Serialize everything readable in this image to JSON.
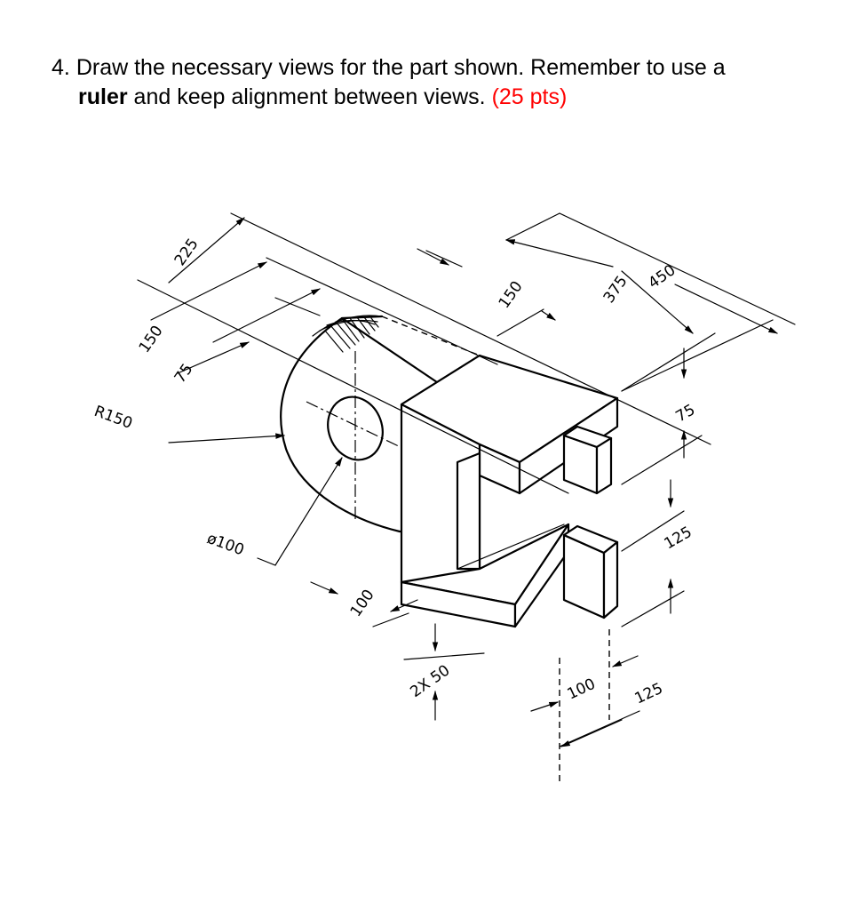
{
  "question": {
    "number": "4.",
    "line1": "Draw the necessary views for the part shown.  Remember to use a",
    "line2_bold": "ruler",
    "line2_rest": " and keep alignment between views.",
    "points": "(25 pts)"
  },
  "dimensions": {
    "d225": "225",
    "d150_left": "150",
    "d75_left": "75",
    "r150": "R150",
    "dia100": "ø100",
    "d100_bottom": "100",
    "d2x50": "2X 50",
    "d150_top": "150",
    "d375": "375",
    "d450": "450",
    "d75_right": "75",
    "d125_right": "125",
    "d100_br": "100",
    "d125_br": "125"
  },
  "colors": {
    "points": "#ff0000",
    "text": "#000000"
  }
}
